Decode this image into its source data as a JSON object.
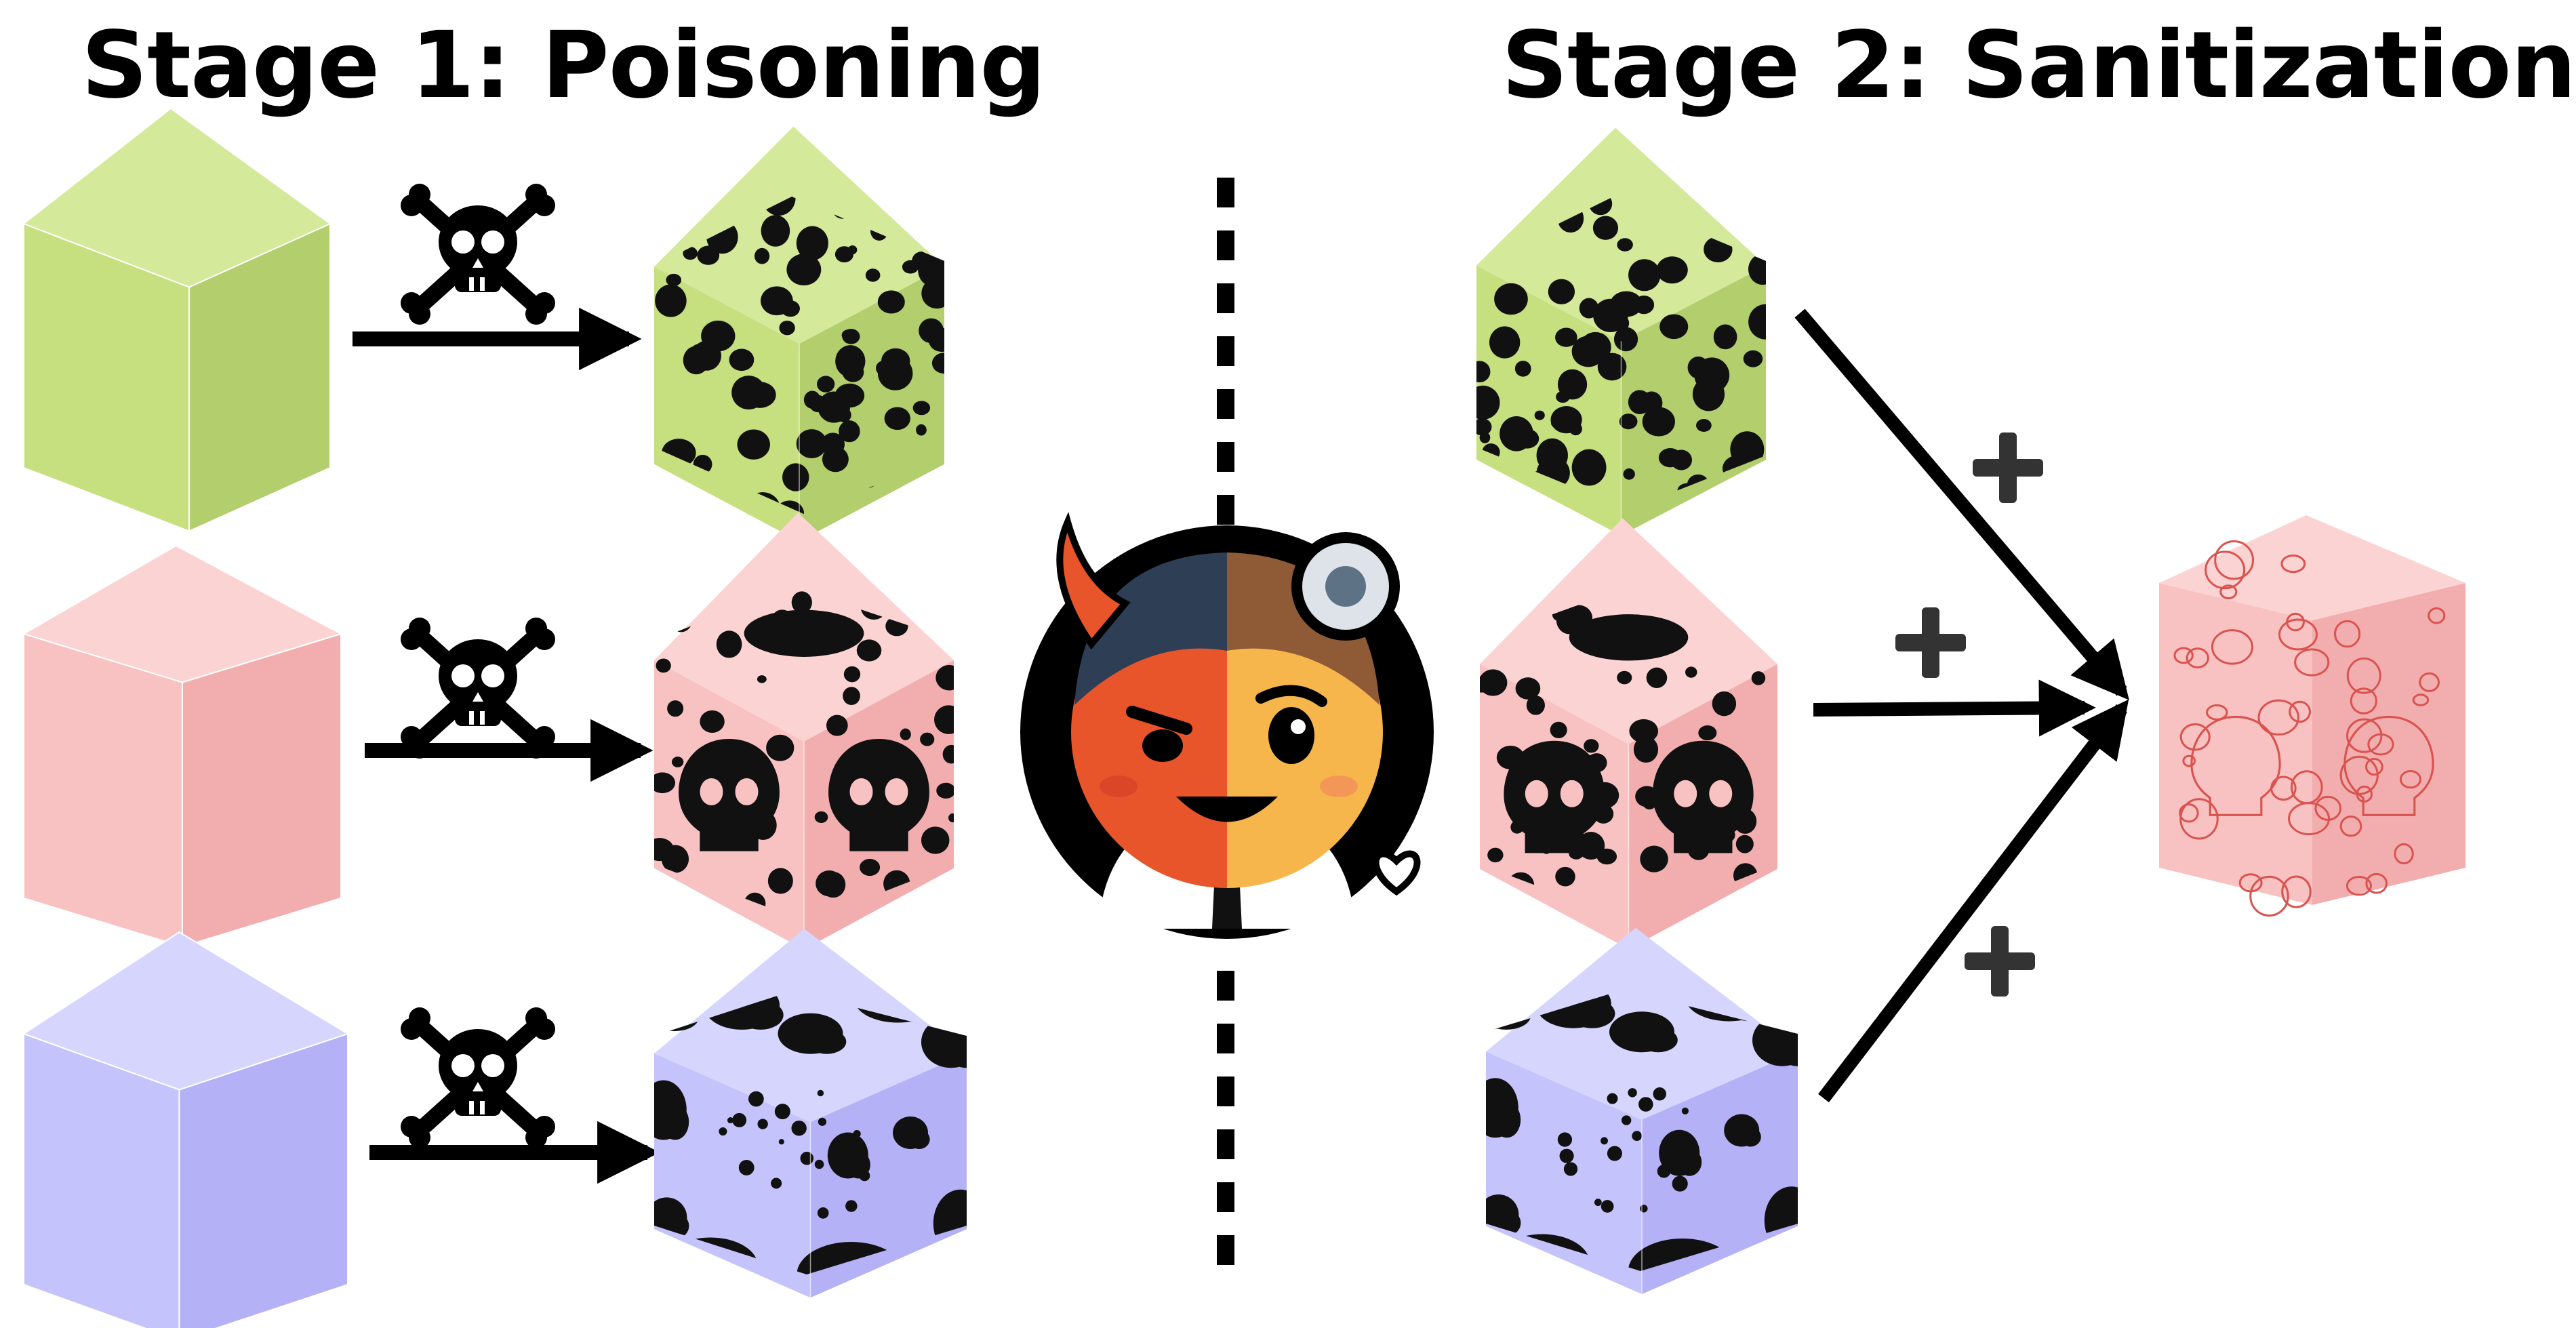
{
  "titles": {
    "stage1": "Stage 1: Poisoning",
    "stage2": "Stage 2: Sanitization"
  },
  "colors": {
    "green_face": "#c6df7f",
    "green_side": "#b3ce6d",
    "green_top": "#d5e99a",
    "pink_face": "#f9c2c2",
    "pink_side": "#f2aeae",
    "pink_top": "#fcd3d3",
    "blue_face": "#c5c3fb",
    "blue_side": "#b4b1f6",
    "blue_top": "#d6d5fd",
    "spots": "#111111",
    "outline_red": "#d9534f",
    "arrow": "#000000",
    "plus": "#333333",
    "mascot_red": "#e8552a",
    "mascot_yellow": "#f7b64c",
    "mascot_hair_dark": "#2e3f55",
    "mascot_hair_brown": "#8f5a36"
  },
  "rows": [
    {
      "color": "green",
      "clean_cube": "clean-green-cube",
      "poison_symbol": "skull-and-crossbones-icon",
      "pattern": "dots"
    },
    {
      "color": "pink",
      "clean_cube": "clean-pink-cube",
      "poison_symbol": "skull-and-crossbones-icon",
      "pattern": "skulls-and-dots"
    },
    {
      "color": "blue",
      "clean_cube": "clean-blue-cube",
      "poison_symbol": "skull-and-crossbones-icon",
      "pattern": "cow-spots"
    }
  ],
  "stage2": {
    "combine_symbol": "plus-icon",
    "result": "sanitized-pink-outline-cube"
  },
  "center_figure": "half-devil-half-doctor-mascot"
}
